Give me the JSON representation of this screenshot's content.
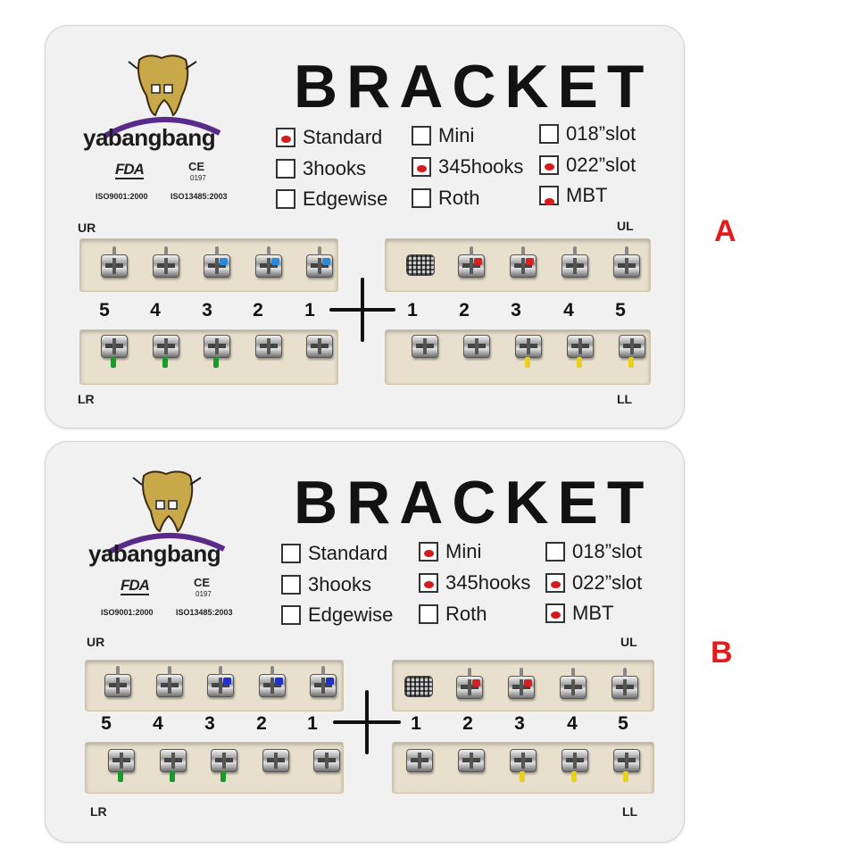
{
  "cards": [
    {
      "id": "A",
      "label": "A",
      "brand": "yabangbang",
      "title": "BRACKET",
      "fda": "FDA",
      "ce": "CE",
      "ce_number": "0197",
      "iso1": "ISO9001:2000",
      "iso2": "ISO13485:2003",
      "options": {
        "standard": {
          "label": "Standard",
          "checked": true
        },
        "threehooks": {
          "label": "3hooks",
          "checked": false
        },
        "edgewise": {
          "label": "Edgewise",
          "checked": false
        },
        "mini": {
          "label": "Mini",
          "checked": false
        },
        "hooks345": {
          "label": "345hooks",
          "checked": true
        },
        "roth": {
          "label": "Roth",
          "checked": false
        },
        "slot018": {
          "label": "018”slot",
          "checked": false
        },
        "slot022": {
          "label": "022”slot",
          "checked": true
        },
        "mbt": {
          "label": "MBT",
          "checked": true
        }
      },
      "quadrants": {
        "ur": "UR",
        "ul": "UL",
        "lr": "LR",
        "ll": "LL"
      },
      "numbers_left": [
        "5",
        "4",
        "3",
        "2",
        "1"
      ],
      "numbers_right": [
        "1",
        "2",
        "3",
        "4",
        "5"
      ]
    },
    {
      "id": "B",
      "label": "B",
      "brand": "yabangbang",
      "title": "BRACKET",
      "fda": "FDA",
      "ce": "CE",
      "ce_number": "0197",
      "iso1": "ISO9001:2000",
      "iso2": "ISO13485:2003",
      "options": {
        "standard": {
          "label": "Standard",
          "checked": false
        },
        "threehooks": {
          "label": "3hooks",
          "checked": false
        },
        "edgewise": {
          "label": "Edgewise",
          "checked": false
        },
        "mini": {
          "label": "Mini",
          "checked": true
        },
        "hooks345": {
          "label": "345hooks",
          "checked": true
        },
        "roth": {
          "label": "Roth",
          "checked": false
        },
        "slot018": {
          "label": "018”slot",
          "checked": false
        },
        "slot022": {
          "label": "022”slot",
          "checked": true
        },
        "mbt": {
          "label": "MBT",
          "checked": true
        }
      },
      "quadrants": {
        "ur": "UR",
        "ul": "UL",
        "lr": "LR",
        "ll": "LL"
      },
      "numbers_left": [
        "5",
        "4",
        "3",
        "2",
        "1"
      ],
      "numbers_right": [
        "1",
        "2",
        "3",
        "4",
        "5"
      ]
    }
  ],
  "colors": {
    "label_red": "#e51a1a",
    "check_dot": "#d81a1a",
    "tray": "#e8e0cc",
    "logo_gold": "#c9a84a",
    "logo_purple": "#5a2a8a"
  },
  "marks": {
    "A": {
      "upper_right": [
        "none",
        "none",
        "#2a8ad8",
        "#2a8ad8",
        "#2a8ad8"
      ],
      "upper_left": [
        "mesh",
        "#d82020",
        "#d82020",
        "none",
        "none"
      ],
      "lower_right": [
        "#1a9a2a",
        "#1a9a2a",
        "#1a9a2a",
        "none",
        "none"
      ],
      "lower_left": [
        "none",
        "none",
        "#e8d020",
        "#e8d020",
        "#e8d020"
      ]
    },
    "B": {
      "upper_right": [
        "none",
        "none",
        "#2030c8",
        "#2030c8",
        "#2030c8"
      ],
      "upper_left": [
        "mesh",
        "#d82020",
        "#d82020",
        "none",
        "none"
      ],
      "lower_right": [
        "#1a9a2a",
        "#1a9a2a",
        "#1a9a2a",
        "none",
        "none"
      ],
      "lower_left": [
        "none",
        "none",
        "#e8d020",
        "#e8d020",
        "#e8d020"
      ]
    }
  }
}
